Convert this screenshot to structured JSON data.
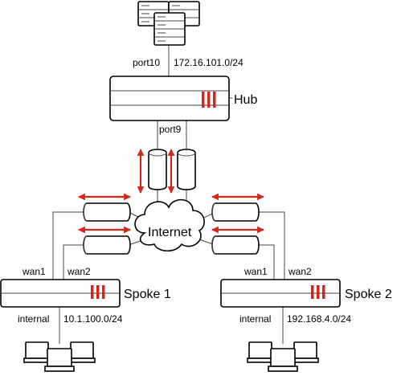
{
  "hub": {
    "label": "Hub",
    "top_port": "port10",
    "top_subnet": "172.16.101.0/24",
    "bottom_port": "port9"
  },
  "internet": {
    "label": "Internet"
  },
  "spoke1": {
    "label": "Spoke 1",
    "wan1": "wan1",
    "wan2": "wan2",
    "internal_port": "internal",
    "internal_subnet": "10.1.100.0/24"
  },
  "spoke2": {
    "label": "Spoke 2",
    "wan1": "wan1",
    "wan2": "wan2",
    "internal_port": "internal",
    "internal_subnet": "192.168.4.0/24"
  },
  "colors": {
    "accent": "#d0281f",
    "line": "#444444",
    "device_outline": "#000000"
  },
  "icons": {
    "servers": "server-rack-icon",
    "firewall": "firewall-device-icon",
    "tunnel": "vpn-tunnel-icon",
    "cloud": "internet-cloud-icon",
    "computers": "computer-group-icon"
  }
}
